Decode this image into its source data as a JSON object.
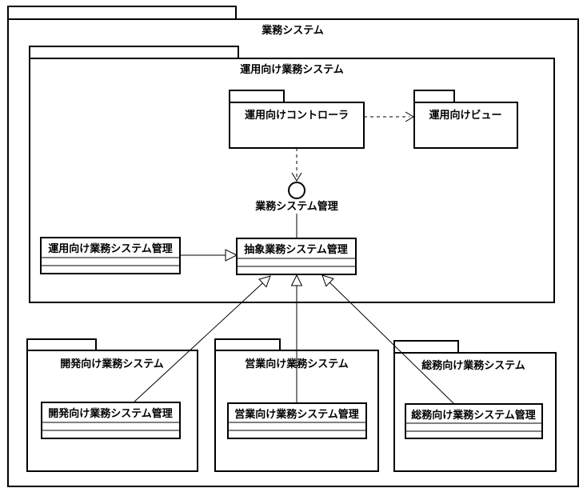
{
  "diagram": {
    "type": "uml-package-diagram",
    "colors": {
      "line": "#000000",
      "background": "#ffffff"
    },
    "packages": {
      "business_system": {
        "label": "業務システム"
      },
      "operations": {
        "label": "運用向け業務システム"
      },
      "controller": {
        "label": "運用向けコントローラ"
      },
      "view": {
        "label": "運用向けビュー"
      },
      "development": {
        "label": "開発向け業務システム"
      },
      "sales": {
        "label": "営業向け業務システム"
      },
      "general_affairs": {
        "label": "総務向け業務システム"
      }
    },
    "interface": {
      "label": "業務システム管理"
    },
    "classes": {
      "operations_mgmt": {
        "label": "運用向け業務システム管理"
      },
      "abstract_mgmt": {
        "label": "抽象業務システム管理"
      },
      "development_mgmt": {
        "label": "開発向け業務システム管理"
      },
      "sales_mgmt": {
        "label": "営業向け業務システム管理"
      },
      "general_affairs_mgmt": {
        "label": "総務向け業務システム管理"
      }
    },
    "relations": {
      "controller_to_view": "dependency-dashed",
      "controller_to_interface": "dependency-dashed",
      "interface_to_abstract": "realization-line",
      "operations_mgmt_to_abstract": "generalization",
      "development_mgmt_to_abstract": "generalization",
      "sales_mgmt_to_abstract": "generalization",
      "general_affairs_mgmt_to_abstract": "generalization"
    }
  }
}
